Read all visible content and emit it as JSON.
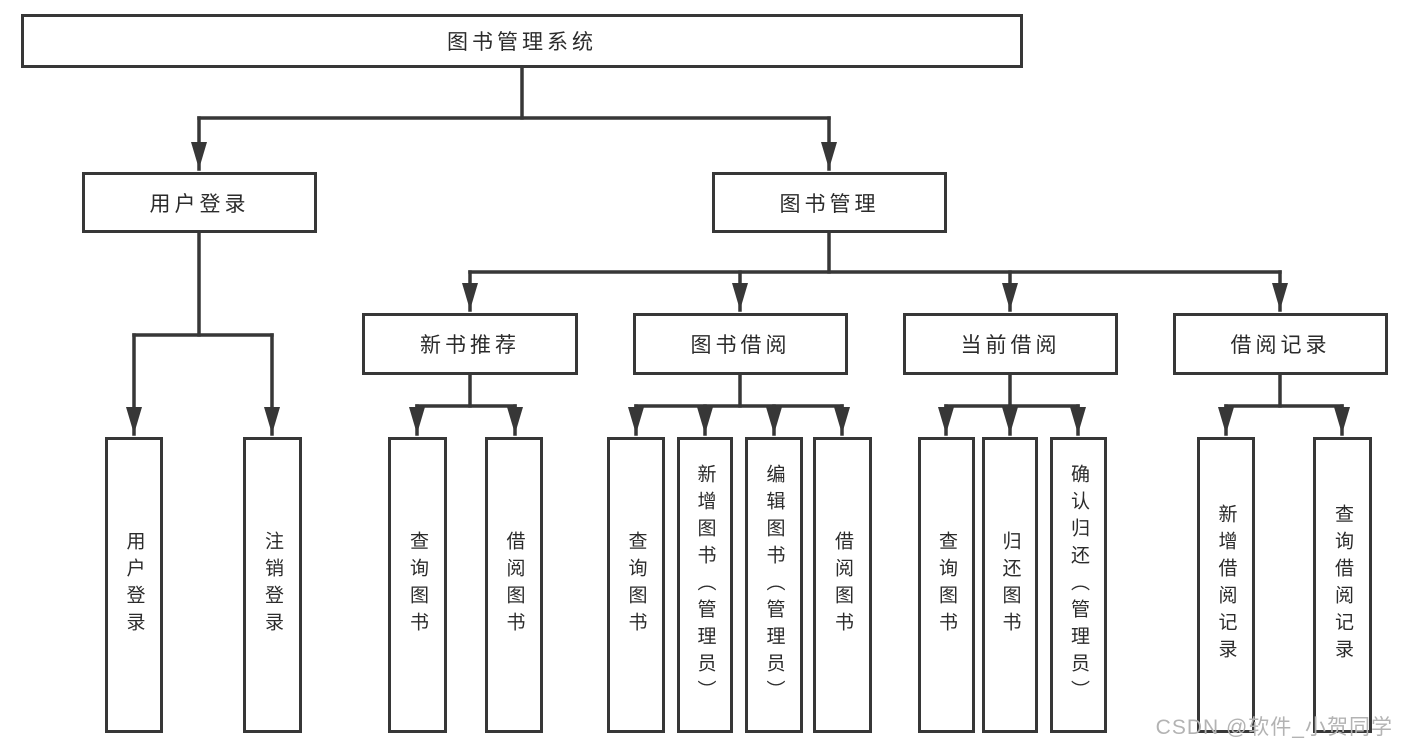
{
  "diagram": {
    "title": "图书管理系统",
    "branches": [
      {
        "label": "用户登录",
        "children": [
          {
            "label": "用户登录"
          },
          {
            "label": "注销登录"
          }
        ]
      },
      {
        "label": "图书管理",
        "children": [
          {
            "label": "新书推荐",
            "children": [
              {
                "label": "查询图书"
              },
              {
                "label": "借阅图书"
              }
            ]
          },
          {
            "label": "图书借阅",
            "children": [
              {
                "label": "查询图书"
              },
              {
                "label": "新增图书（管理员）"
              },
              {
                "label": "编辑图书（管理员）"
              },
              {
                "label": "借阅图书"
              }
            ]
          },
          {
            "label": "当前借阅",
            "children": [
              {
                "label": "查询图书"
              },
              {
                "label": "归还图书"
              },
              {
                "label": "确认归还（管理员）"
              }
            ]
          },
          {
            "label": "借阅记录",
            "children": [
              {
                "label": "新增借阅记录"
              },
              {
                "label": "查询借阅记录"
              }
            ]
          }
        ]
      }
    ]
  },
  "watermark": {
    "text": "CSDN @软件_小贺同学"
  },
  "colors": {
    "line": "#373737",
    "text": "#2b2b2b",
    "watermark": "#b3b3b3",
    "background": "#ffffff"
  }
}
